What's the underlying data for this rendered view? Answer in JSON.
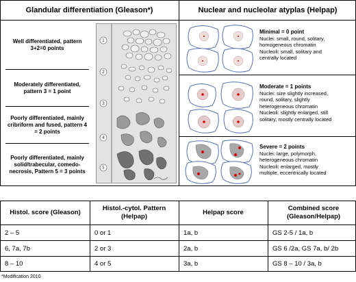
{
  "top": {
    "left_header": "Glandular differentiation (Gleason*)",
    "right_header": "Nuclear and nucleolar atyplas (Helpap)",
    "gleason_rows": [
      {
        "label": "Well differentiated, pattern 3+2=0 points"
      },
      {
        "label": "Moderately differentiated, pattern 3 = 1 point"
      },
      {
        "label": "Poorly differentiated, mainly cribriform and fused, pattern 4 = 2 points"
      },
      {
        "label": "Poorly differentiated, mainly solid/trabecular, comedo-necrosis, Pattern 5 = 3 points"
      }
    ],
    "illustration_numbers": [
      "1",
      "2",
      "3",
      "4",
      "5"
    ],
    "helpap_rows": [
      {
        "title": "Minimal = 0 point",
        "lines": [
          "Nuclei: small, round, solitary,",
          "homogeneous chromatin",
          "Nucleoli: small, solitary and",
          "centrally located"
        ]
      },
      {
        "title": "Moderate = 1 points",
        "lines": [
          "Nuclei: size slightly increased,",
          "round, solitary, slightly",
          "heterogeneous chromatin",
          "Nucleoli: slightly enlarged, still",
          "solitary, mostly centrally located"
        ]
      },
      {
        "title": "Severe = 2 points",
        "lines": [
          "Nuclei: large, polymorph,",
          "heterogeneous chromatin",
          "Nucleoli: enlarged, mostly",
          "multiple, eccentrically located"
        ]
      }
    ]
  },
  "table": {
    "headers": [
      "Histol. score (Gleason)",
      "Histol.-cytol. Pattern (Helpap)",
      "Helpap score",
      "Combined score (Gleason/Helpap)"
    ],
    "rows": [
      [
        "2 – 5",
        "0 or 1",
        "1a, b",
        "GS 2-5 / 1a, b"
      ],
      [
        "6, 7a, 7b",
        "2 or 3",
        "2a, b",
        "GS 6 /2a, GS 7a, b/ 2b"
      ],
      [
        "8 – 10",
        "4 or 5",
        "3a, b",
        "GS 8 – 10 / 3a, b"
      ]
    ]
  },
  "footnote": "*Modification 2010"
}
